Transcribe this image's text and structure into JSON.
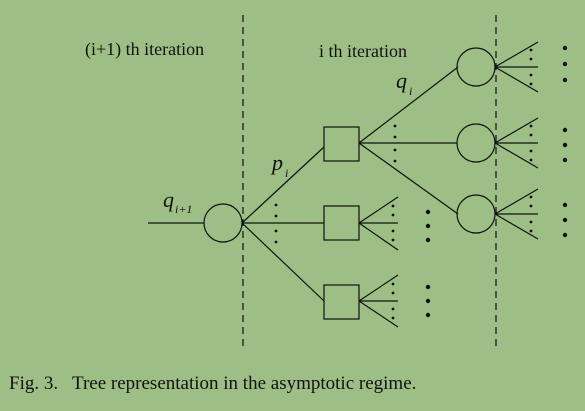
{
  "diagram": {
    "left_region_label": "(i+1) th iteration",
    "right_region_label": "i th iteration",
    "root_edge_label": "q",
    "root_edge_sub": "i+1",
    "p_edge_label": "p",
    "p_edge_sub": "i",
    "q_edge_label": "q",
    "q_edge_sub": "i"
  },
  "caption": {
    "figure": "Fig. 3.",
    "text": "Tree representation in the asymptotic regime."
  },
  "colors": {
    "background": "#9dbf86",
    "stroke": "#111111"
  }
}
